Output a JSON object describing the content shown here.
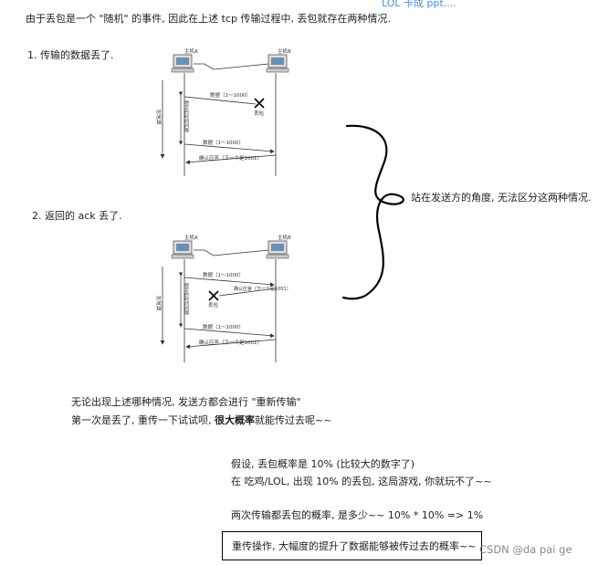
{
  "top_link": "LOL 卡成 ppt....",
  "intro": "由于丢包是一个 \"随机\" 的事件, 因此在上述 tcp 传输过程中, 丢包就存在两种情况.",
  "case1_label": "1. 传输的数据丢了.",
  "case2_label": "2. 返回的 ack 丢了.",
  "brace_note": "站在发送方的角度, 无法区分这两种情况.",
  "diagram1": {
    "host_a": "主机A",
    "host_b": "主机B",
    "time_axis": "时间轴",
    "timeout": "特定的时间间隔",
    "data": "数据（1～1000）",
    "lost": "丢包",
    "data_retry": "数据（1～1000）",
    "ack": "确认应答（下一个是1001）"
  },
  "diagram2": {
    "host_a": "主机A",
    "host_b": "主机B",
    "time_axis": "时间轴",
    "timeout": "特定的时间间隔",
    "data": "数据（1～1000）",
    "ack_lost_label": "确认应答（下一个是1001）",
    "lost": "丢包",
    "data_retry": "数据（1～1000）",
    "ack": "确认应答（下一个是1001）"
  },
  "resend_line1": "无论出现上述哪种情况, 发送方都会进行 \"重新传输\"",
  "resend_line2_prefix": "第一次是丢了, 重传一下试试呗, ",
  "resend_line2_bold": "很大概率",
  "resend_line2_suffix": "就能传过去呢~~",
  "prob_line1": "假设, 丢包概率是 10% (比较大的数字了)",
  "prob_line2": "在 吃鸡/LOL, 出现 10% 的丢包, 这局游戏, 你就玩不了~~",
  "prob_line3": "两次传输都丢包的概率, 是多少~~ 10% * 10% => 1%",
  "boxed_conclusion": "重传操作, 大幅度的提升了数据能够被传过去的概率~~",
  "watermark": "CSDN @da pai ge"
}
